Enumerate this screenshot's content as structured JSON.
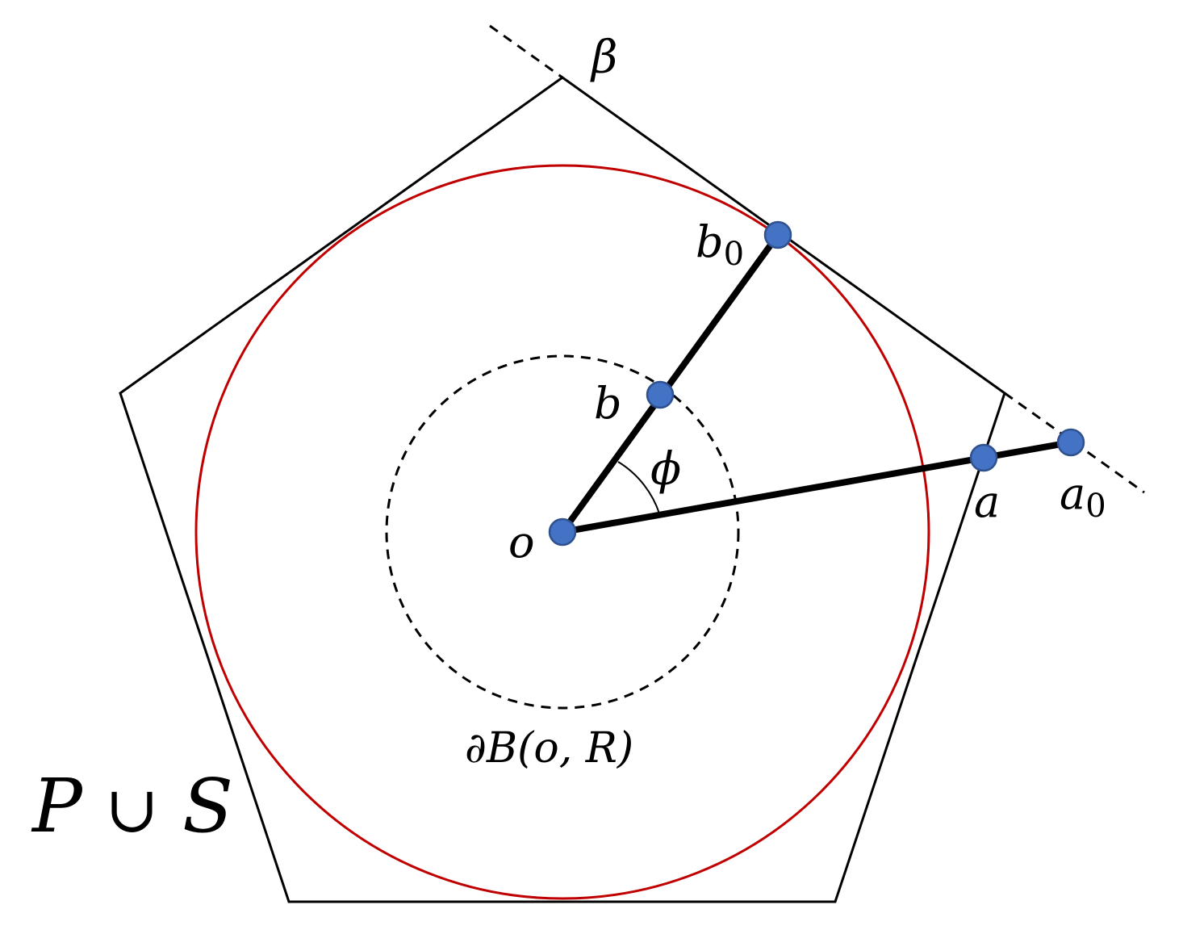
{
  "colors": {
    "outline": "#000000",
    "circle": "#c00000",
    "point_fill": "#4472c4",
    "point_stroke": "#2f528f",
    "background": "#ffffff"
  },
  "labels": {
    "beta": "β",
    "b0_main": "b",
    "b0_sub": "0",
    "b": "b",
    "phi": "ϕ",
    "o": "o",
    "a": "a",
    "a0_main": "a",
    "a0_sub": "0",
    "boundary_ball": "∂B(o, R)",
    "set_p": "P",
    "union": "∪",
    "set_s": "S"
  }
}
